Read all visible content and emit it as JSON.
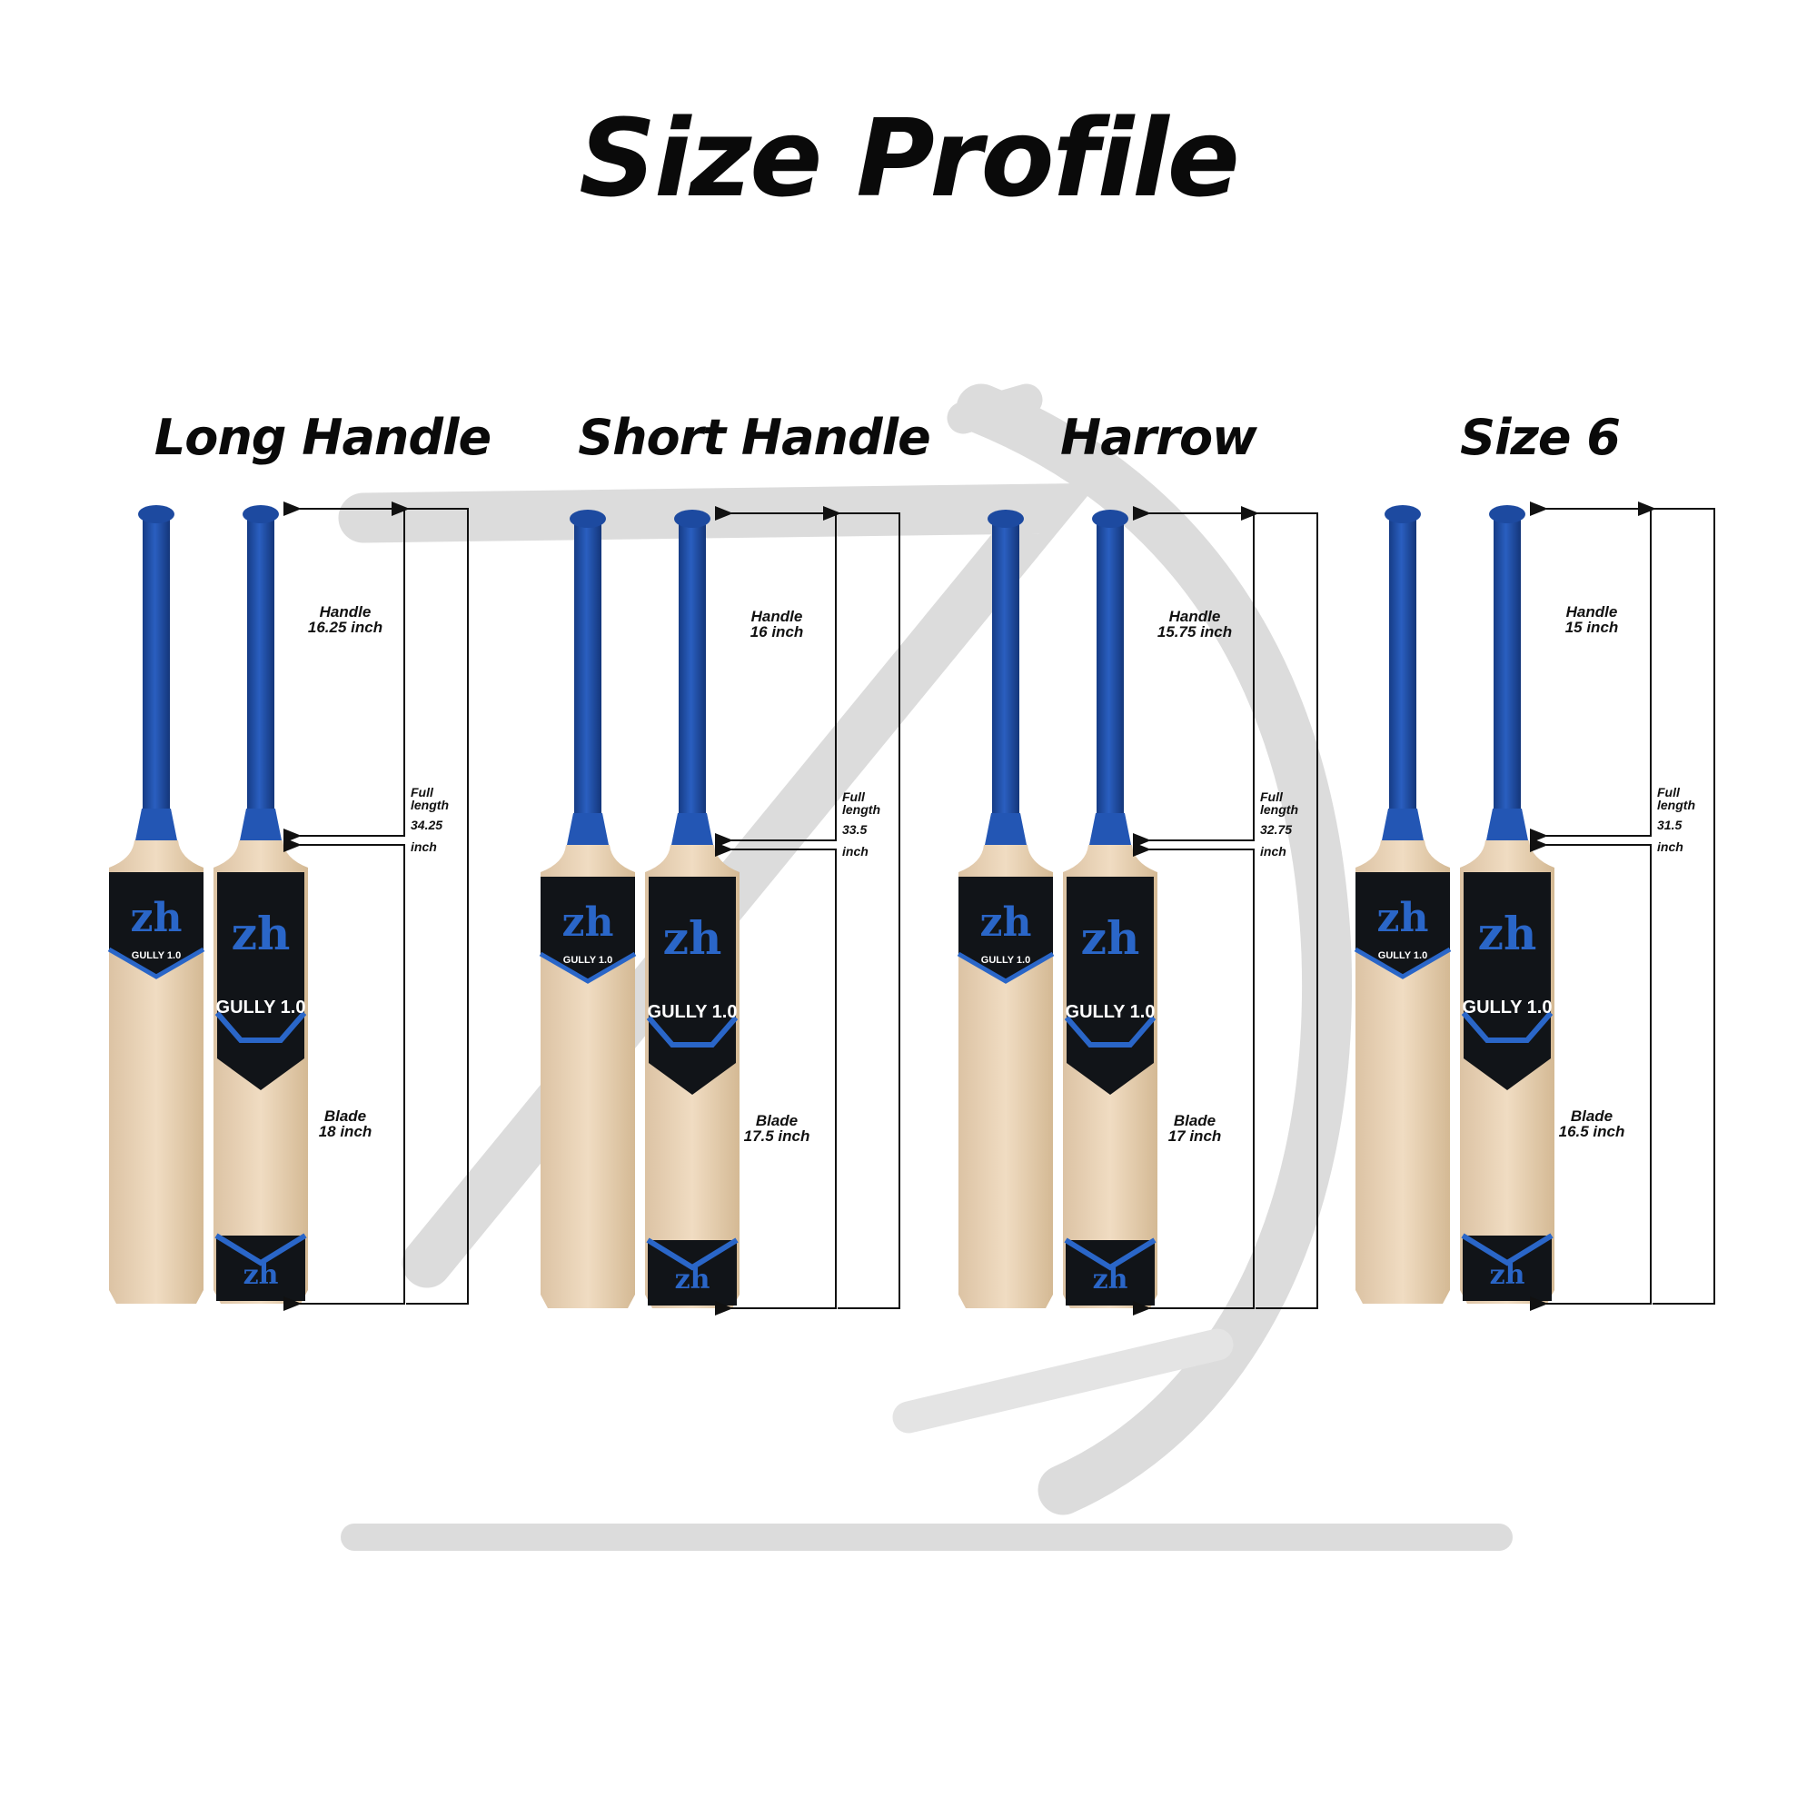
{
  "title": "Size Profile",
  "brand": {
    "logo_text": "zh",
    "model_label": "GULLY 1.0"
  },
  "colors": {
    "grip": "#1f4fa8",
    "blade": "#e8d3b8",
    "sticker_dark": "#111418",
    "accent": "#2a66c8",
    "watermark": "#d9d9d9"
  },
  "sizes": [
    {
      "name": "Long Handle",
      "handle_label": "Handle",
      "handle_value": "16.25 inch",
      "blade_label": "Blade",
      "blade_value": "18 inch",
      "full_label_1": "Full",
      "full_label_2": "length",
      "full_value": "34.25",
      "full_unit": "inch"
    },
    {
      "name": "Short Handle",
      "handle_label": "Handle",
      "handle_value": "16 inch",
      "blade_label": "Blade",
      "blade_value": "17.5 inch",
      "full_label_1": "Full",
      "full_label_2": "length",
      "full_value": "33.5",
      "full_unit": "inch"
    },
    {
      "name": "Harrow",
      "handle_label": "Handle",
      "handle_value": "15.75 inch",
      "blade_label": "Blade",
      "blade_value": "17 inch",
      "full_label_1": "Full",
      "full_label_2": "length",
      "full_value": "32.75",
      "full_unit": "inch"
    },
    {
      "name": "Size 6",
      "handle_label": "Handle",
      "handle_value": "15 inch",
      "blade_label": "Blade",
      "blade_value": "16.5 inch",
      "full_label_1": "Full",
      "full_label_2": "length",
      "full_value": "31.5",
      "full_unit": "inch"
    }
  ]
}
